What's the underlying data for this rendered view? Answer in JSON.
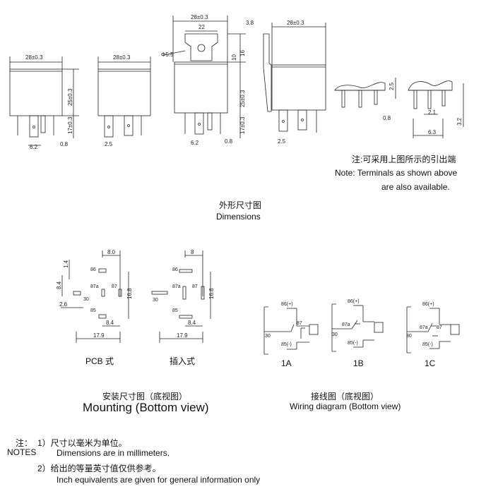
{
  "dims": {
    "w28": "28±0.3",
    "w22": "22",
    "d38": "3.8",
    "phi55": "Φ5.5",
    "h16": "16",
    "h10": "10",
    "h25": "25±0.3",
    "h17": "17±0.3",
    "p62": "6.2",
    "p08": "0.8",
    "p25": "2.5",
    "t25": "2.5",
    "t08": "0.8",
    "t21": "2.1",
    "t63": "6.3",
    "t32": "3.2"
  },
  "note_cn": "注:可采用上图所示的引出端",
  "note_en_1": "Note:  Terminals as shown above",
  "note_en_2": "are also available.",
  "dim_title_cn": "外形尺寸图",
  "dim_title_en": "Dimensions",
  "mount": {
    "pcb": {
      "d80": "8.0",
      "d14": "1.4",
      "d84": "8.4",
      "d26": "2.6",
      "d168": "16.8",
      "d84b": "8.4",
      "d179": "17.9"
    },
    "plug": {
      "d8": "8",
      "d168": "16.8",
      "d84": "8.4",
      "d179": "17.9"
    },
    "pins": {
      "p86": "86",
      "p87a": "87a",
      "p87": "87",
      "p30": "30",
      "p85": "85"
    },
    "pcb_label": "PCB  式",
    "plug_label": "插入式",
    "title_cn": "安装尺寸图（底视图）",
    "title_en": "Mounting (Bottom view)"
  },
  "wiring": {
    "w86": "86(+)",
    "w85": "85(-)",
    "w87": "87",
    "w87a": "87a",
    "w30": "30",
    "labels": [
      "1A",
      "1B",
      "1C"
    ],
    "title_cn": "接线图（底视图）",
    "title_en": "Wiring diagram (Bottom view)"
  },
  "notes": {
    "head_cn": "注：",
    "head_en": "NOTES",
    "n1_cn": "1）尺寸以毫米为单位。",
    "n1_en": "Dimensions  are  in  millimeters.",
    "n2_cn": "2）给出的等量英寸值仅供参考。",
    "n2_en": "Inch  equivalents  are  given  for  general information  only"
  }
}
